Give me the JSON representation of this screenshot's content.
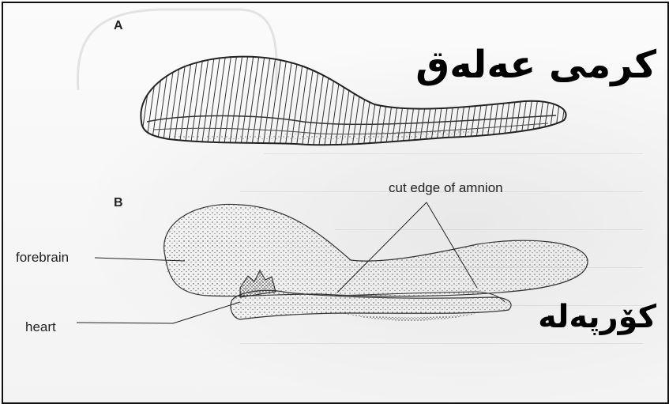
{
  "figure": {
    "panel_a_label": "A",
    "panel_b_label": "B",
    "title_top": "کرمی عەلەق",
    "title_bottom": "کۆرپەلە",
    "labels": {
      "forebrain": "forebrain",
      "heart": "heart",
      "cut_edge": "cut edge of amnion"
    }
  }
}
